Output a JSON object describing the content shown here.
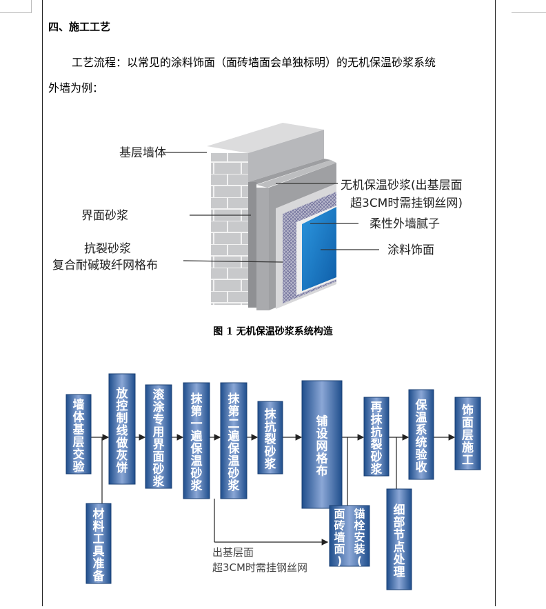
{
  "section_heading": "四、施工工艺",
  "intro": {
    "line1": "工艺流程：以常见的涂料饰面（面砖墙面会单独标明）的无机保温砂浆系统",
    "line2": "外墙为例："
  },
  "figure1": {
    "labels": {
      "base_wall": "基层墙体",
      "interface_mortar": "界面砂浆",
      "anti_crack_line1": "抗裂砂浆",
      "anti_crack_line2": "复合耐碱玻纤网格布",
      "insulation_line1": "无机保温砂浆(出基层面",
      "insulation_line2": "超3CM时需挂钢丝网)",
      "putty": "柔性外墙腻子",
      "paint": "涂料饰面"
    },
    "caption": "图 1 无机保温砂浆系统构造",
    "colors": {
      "brick": "#c8c9cb",
      "mortar": "#a9aaad",
      "mesh": "#8f8fb8",
      "paint": "#1b7ec8"
    }
  },
  "flowchart": {
    "steps": [
      "墙体基层交验",
      "放控制线做灰饼",
      "滚涂专用界面砂浆",
      "抹第一遍保温砂浆",
      "抹第二遍保温砂浆",
      "抹抗裂砂浆",
      "铺设网格布",
      "再抹抗裂砂浆",
      "保温系统验收",
      "饰面层施工"
    ],
    "branches": [
      "材料工具准备",
      "锚栓安装(面砖墙面)",
      "细部节点处理"
    ],
    "note_line1": "出基层面",
    "note_line2": "超3CM时需挂钢丝网",
    "colors": {
      "box": "#2f5597",
      "box_light": "#7f9ccf",
      "text": "#ffffff"
    }
  }
}
